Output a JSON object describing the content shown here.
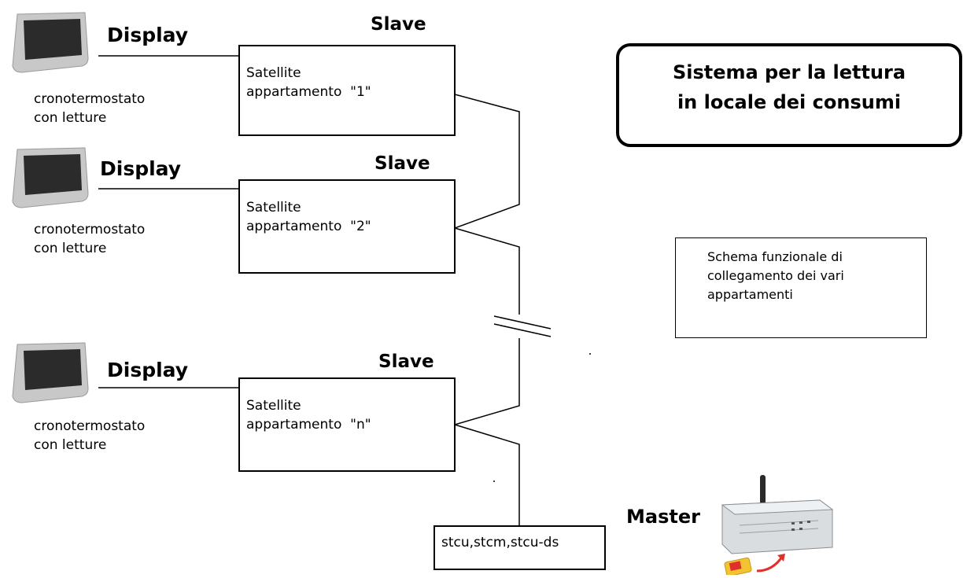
{
  "rows": [
    {
      "display_label": "Display",
      "slave_label": "Slave",
      "device_caption": [
        "cronotermostato",
        "con letture"
      ],
      "satellite": [
        "Satellite",
        "appartamento  \"1\""
      ]
    },
    {
      "display_label": "Display",
      "slave_label": "Slave",
      "device_caption": [
        "cronotermostato",
        "con letture"
      ],
      "satellite": [
        "Satellite",
        "appartamento  \"2\""
      ]
    },
    {
      "display_label": "Display",
      "slave_label": "Slave",
      "device_caption": [
        "cronotermostato",
        "con letture"
      ],
      "satellite": [
        "Satellite",
        "appartamento  \"n\""
      ]
    }
  ],
  "title_box": [
    "Sistema per la lettura",
    "in locale dei consumi"
  ],
  "note_box": [
    "Schema funzionale di",
    "collegamento dei vari",
    "appartamenti"
  ],
  "master_label": "Master",
  "bus_device_label": "stcu,stcm,stcu-ds",
  "colors": {
    "line": "#000000",
    "screen": "#2b2b2b",
    "bezel": "#c8c8c8",
    "master_body": "#d9dde0",
    "accent_red": "#e0302a"
  },
  "icons": [
    "thermostat-display-icon",
    "master-controller-icon",
    "sim-card-icon"
  ]
}
